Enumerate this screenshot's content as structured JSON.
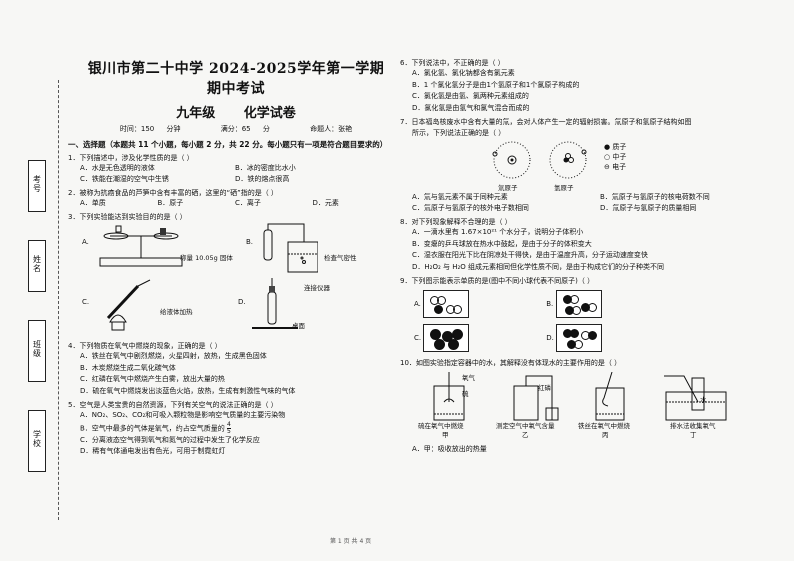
{
  "header": {
    "title": "银川市第二十中学  2024-2025学年第一学期期中考试",
    "grade": "九年级",
    "subject": "化学试卷",
    "time": "时间：150 分钟",
    "score": "满分：65 分",
    "author": "命题人：张艳"
  },
  "binding": [
    "考号",
    "姓名",
    "班级",
    "学校"
  ],
  "section1": "一、选择题（本题共 11 个小题，每小题 2 分，共 22 分。每小题只有一项是符合题目要求的）",
  "q1": {
    "stem": "1．下列描述中，涉及化学性质的是（      ）",
    "opts": [
      "A．水是无色透明的液体",
      "B．冰的密度比水小",
      "C．铁能在潮湿的空气中生锈",
      "D．铁的熔点很高"
    ]
  },
  "q2": {
    "stem": "2．被称为抗癌食品的芦笋中含有丰富的硒，这里的“硒”指的是（      ）",
    "opts": [
      "A．单质",
      "B．原子",
      "C．离子",
      "D．元素"
    ]
  },
  "q3": {
    "stem": "3．下列实验能达到实验目的的是（      ）",
    "labels": [
      "A.",
      "B.",
      "C.",
      "D."
    ],
    "caps": [
      "称量 10.05g 固体",
      "检查气密性",
      "给液体加热",
      "连接仪器",
      "桌面"
    ]
  },
  "q4": {
    "stem": "4．下列物质在氧气中燃烧的现象，正确的是（      ）",
    "opts": [
      "A．铁丝在氧气中剧烈燃烧，火星四射，放热，生成黑色固体",
      "B．木炭燃烧生成二氧化碳气体",
      "C．红磷在氧气中燃烧产生白雾，放出大量的热",
      "D．硫在氧气中燃烧发出淡蓝色火焰，放热，生成有刺激性气味的气体"
    ]
  },
  "q5": {
    "stem": "5．空气是人类宝贵的自然资源，下列有关空气的说法正确的是（      ）",
    "opts": [
      "A．NO₂、SO₂、CO₂和可吸入颗粒物是影响空气质量的主要污染物",
      "B．空气中最多的气体是氧气，约占空气质量的",
      "C．分离液态空气得到氧气和氮气的过程中发生了化学反应",
      "D．稀有气体通电发出有色光，可用于制霓虹灯"
    ],
    "frac_num": "4",
    "frac_den": "5"
  },
  "q6": {
    "stem": "6．下列说法中，不正确的是（      ）",
    "opts": [
      "A．氯化氢、氯化钠都含有氯元素",
      "B．1 个氯化氢分子是由1个氢原子和1个氯原子构成的",
      "C．氯化氢是由氢、氯两种元素组成的",
      "D．氯化氢是由氢气和氯气混合而成的"
    ]
  },
  "q7": {
    "stem": "7．日本福岛核废水中含有大量的氚，会对人体产生一定的辐射损害。氚原子和氢原子结构如图",
    "stem2": "所示，下列说法正确的是（      ）",
    "atoms": [
      "氚原子",
      "氢原子"
    ],
    "legend": [
      "质子",
      "中子",
      "电子"
    ],
    "opts": [
      "A．氚与氢元素不属于同种元素",
      "B．氚原子与氢原子的核电荷数不同",
      "C．氚原子与氢原子的核外电子数相同",
      "D．氚原子与氢原子的质量相同"
    ]
  },
  "q8": {
    "stem": "8．对下列现象解释不合理的是（      ）",
    "opts": [
      "A．一滴水里有 1.67×10²¹ 个水分子，说明分子体积小",
      "B．变瘪的乒乓球放在热水中鼓起，是由于分子的体积变大",
      "C．湿衣服在阳光下比在阴凉处干得快，是由于温度升高，分子运动速度变快",
      "D．H₂O₂ 与 H₂O 组成元素相同但化学性质不同，是由于构成它们的分子种类不同"
    ]
  },
  "q9": {
    "stem": "9．下列图示能表示单质的是(图中不同小球代表不同原子)（      ）",
    "labels": [
      "A.",
      "B.",
      "C.",
      "D."
    ]
  },
  "q10": {
    "stem": "10．如图实验指定容器中的水，其解释没有体现水的主要作用的是（      ）",
    "caps": [
      "硫在氧气中燃烧",
      "甲",
      "测定空气中氧气含量",
      "乙",
      "铁丝在氧气中燃烧",
      "丙",
      "排水法收集氧气",
      "丁"
    ],
    "labels": [
      "氧气",
      "硫",
      "红磷",
      "水"
    ],
    "opt_a": "A．甲：吸收放出的热量"
  },
  "footer": "第 1 页  共 4 页"
}
